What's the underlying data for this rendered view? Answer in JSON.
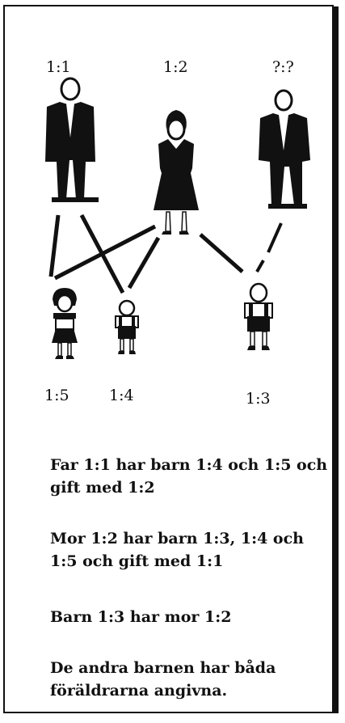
{
  "persons": {
    "p1": {
      "id": "1:1"
    },
    "p2": {
      "id": "1:2"
    },
    "p3": {
      "id": "?:?"
    },
    "c1": {
      "id": "1:5"
    },
    "c2": {
      "id": "1:4"
    },
    "c3": {
      "id": "1:3"
    }
  },
  "captions": [
    "Far 1:1 har barn 1:4 och 1:5 och gift med 1:2",
    "Mor 1:2 har barn 1:3, 1:4 och 1:5 och gift med 1:1",
    "Barn 1:3 har mor 1:2",
    "De andra barnen har båda föräldrarna angivna."
  ],
  "colors": {
    "ink": "#111111",
    "background": "#ffffff"
  }
}
